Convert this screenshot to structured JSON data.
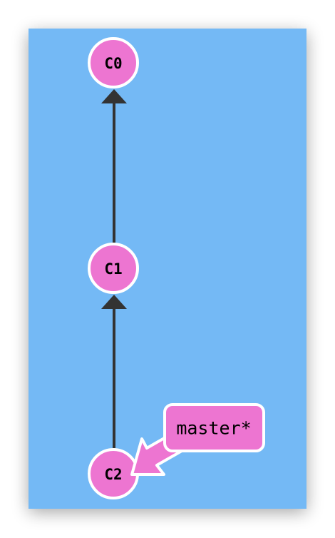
{
  "graph": {
    "colors": {
      "background": "#74b9f5",
      "commit_fill": "#ed75d1",
      "commit_stroke": "#ffffff",
      "edge": "#333333",
      "branch_fill": "#ed75d1",
      "branch_stroke": "#ffffff"
    },
    "commits": [
      {
        "id": "C0",
        "label": "C0"
      },
      {
        "id": "C1",
        "label": "C1",
        "parent": "C0"
      },
      {
        "id": "C2",
        "label": "C2",
        "parent": "C1"
      }
    ],
    "branch": {
      "name": "master*",
      "target": "C2"
    }
  }
}
